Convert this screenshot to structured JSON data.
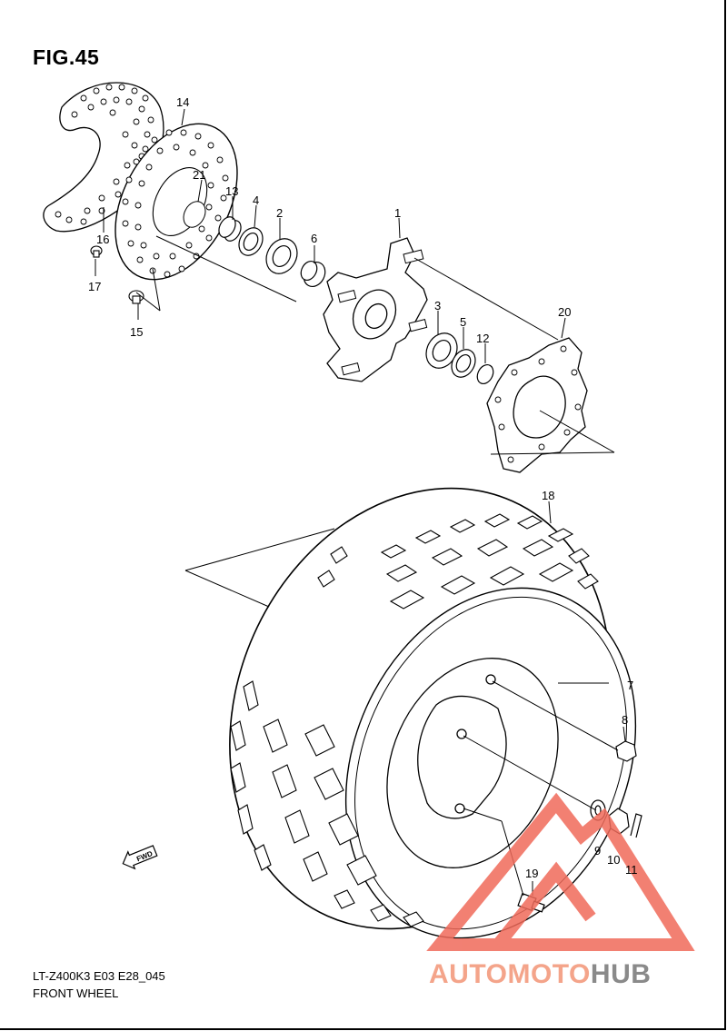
{
  "figure": {
    "title": "FIG.45"
  },
  "footer": {
    "code": "LT-Z400K3 E03 E28_045",
    "name": "FRONT WHEEL"
  },
  "fwd_label": "FWD",
  "watermark": {
    "part_a": "AUTOMOTO",
    "part_b": "HUB",
    "color_a": "#f4a48a",
    "color_b": "#8a8a8a"
  },
  "callouts": [
    {
      "label": "1"
    },
    {
      "label": "2"
    },
    {
      "label": "3"
    },
    {
      "label": "4"
    },
    {
      "label": "5"
    },
    {
      "label": "6"
    },
    {
      "label": "7"
    },
    {
      "label": "8"
    },
    {
      "label": "9"
    },
    {
      "label": "10"
    },
    {
      "label": "11"
    },
    {
      "label": "12"
    },
    {
      "label": "13"
    },
    {
      "label": "14"
    },
    {
      "label": "15"
    },
    {
      "label": "16"
    },
    {
      "label": "17"
    },
    {
      "label": "18"
    },
    {
      "label": "19"
    },
    {
      "label": "20"
    },
    {
      "label": "21"
    }
  ]
}
